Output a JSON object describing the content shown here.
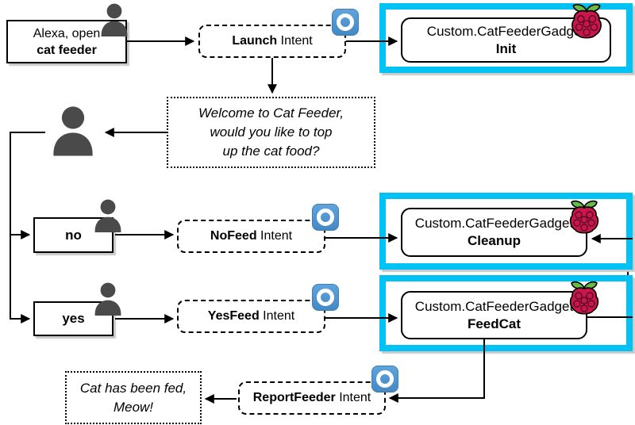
{
  "colors": {
    "highlight_frame": "#00C2F4",
    "alexa_icon_blue": "#4D96CE",
    "person_icon_gray": "#4A4A4A",
    "raspberry_red": "#C8174C",
    "raspberry_leaf_green": "#68BB45"
  },
  "icons": {
    "user": "person-icon",
    "alexa_skill": "alexa-icon",
    "raspberry_pi": "raspberry-pi-icon"
  },
  "nodes": {
    "user_request": {
      "line1": "Alexa, open",
      "line2": "cat feeder"
    },
    "launch_intent": {
      "bold": "Launch",
      "rest": " Intent"
    },
    "gadget_init": {
      "line1": "Custom.CatFeederGadget",
      "line2": "Init"
    },
    "welcome_prompt": {
      "line1": "Welcome to Cat Feeder,",
      "line2": "would you like to top",
      "line3": "up the cat food?"
    },
    "answer_no": {
      "label": "no"
    },
    "nofeed_intent": {
      "bold": "NoFeed",
      "rest": " Intent"
    },
    "gadget_cleanup": {
      "line1": "Custom.CatFeederGadget",
      "line2": "Cleanup"
    },
    "answer_yes": {
      "label": "yes"
    },
    "yesfeed_intent": {
      "bold": "YesFeed",
      "rest": " Intent"
    },
    "gadget_feedcat": {
      "line1": "Custom.CatFeederGadget",
      "line2": "FeedCat"
    },
    "reportfeeder_intent": {
      "bold": "ReportFeeder",
      "rest": " Intent"
    },
    "cat_fed": {
      "line1": "Cat has been fed,",
      "line2": "Meow!"
    }
  }
}
